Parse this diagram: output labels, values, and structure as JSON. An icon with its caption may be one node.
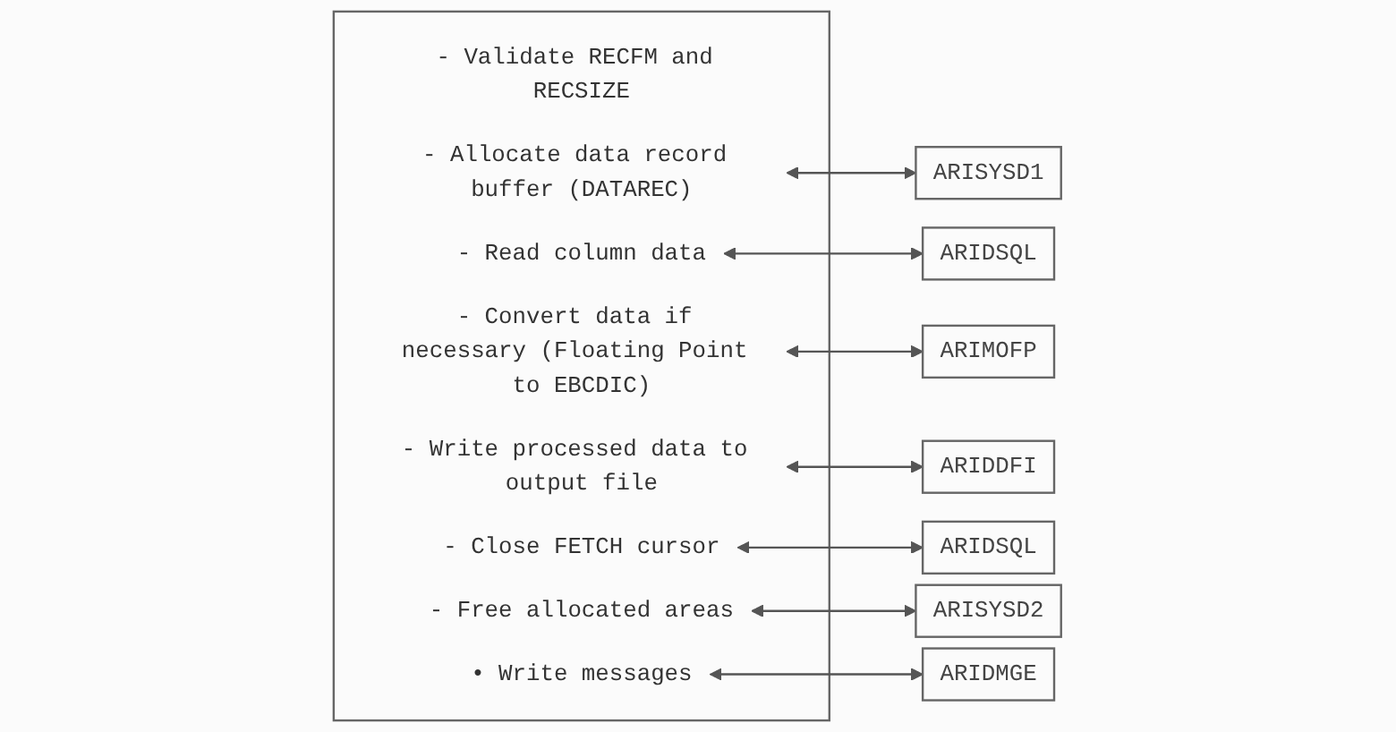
{
  "diagram": {
    "nodes": [
      {
        "text": [],
        "shape": "box"
      },
      {
        "text": [
          "- Validate RECFM and RECSIZE"
        ],
        "in": 0
      },
      {
        "text": [
          "- Allocate data record buffer (DATAREC)"
        ],
        "in": 0
      },
      {
        "text": [
          "- Read column data"
        ],
        "in": 0
      },
      {
        "text": [
          "- Convert data if necessary (Floating Point to EBCDIC)"
        ],
        "in": 0
      },
      {
        "text": [
          "- Write processed data to output file"
        ],
        "in": 0
      },
      {
        "text": [
          "- Close FETCH cursor"
        ],
        "in": 0
      },
      {
        "text": [
          "- Free allocated areas"
        ],
        "in": 0
      },
      {
        "text": [
          "• Write messages"
        ],
        "in": 0
      },
      {
        "text": [
          "ARISYSD1"
        ]
      },
      {
        "text": [
          "ARIDSQL"
        ]
      },
      {
        "text": [
          "ARIMOFP"
        ]
      },
      {
        "text": [
          "ARIDDFI"
        ]
      },
      {
        "text": [
          "ARIDSQL"
        ]
      },
      {
        "text": [
          "ARISYSD2"
        ]
      },
      {
        "text": [
          "ARIDMGE"
        ]
      }
    ],
    "edges": [
      {
        "from": 2,
        "to": 9,
        "arrow": "both"
      },
      {
        "from": 3,
        "to": 10,
        "arrow": "both"
      },
      {
        "from": 4,
        "to": 11,
        "arrow": "both"
      },
      {
        "from": 5,
        "to": 12,
        "arrow": "both"
      },
      {
        "from": 6,
        "to": 13,
        "arrow": "both"
      },
      {
        "from": 7,
        "to": 14,
        "arrow": "both"
      },
      {
        "from": 8,
        "to": 15,
        "arrow": "both"
      }
    ]
  }
}
